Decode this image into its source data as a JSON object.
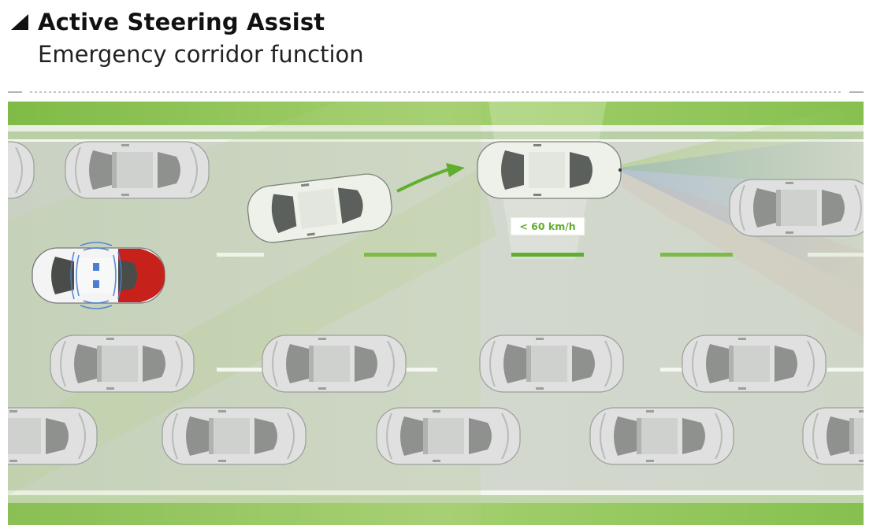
{
  "header": {
    "title": "Active Steering Assist",
    "subtitle": "Emergency corridor function"
  },
  "scene": {
    "speed_label": "< 60 km/h"
  },
  "colors": {
    "accent_green": "#5fae2e",
    "road_gray": "#cfd3cc",
    "grass_green": "#8ec458",
    "ego_red": "#c7211b",
    "radar_blue": "#4a7fd0"
  }
}
